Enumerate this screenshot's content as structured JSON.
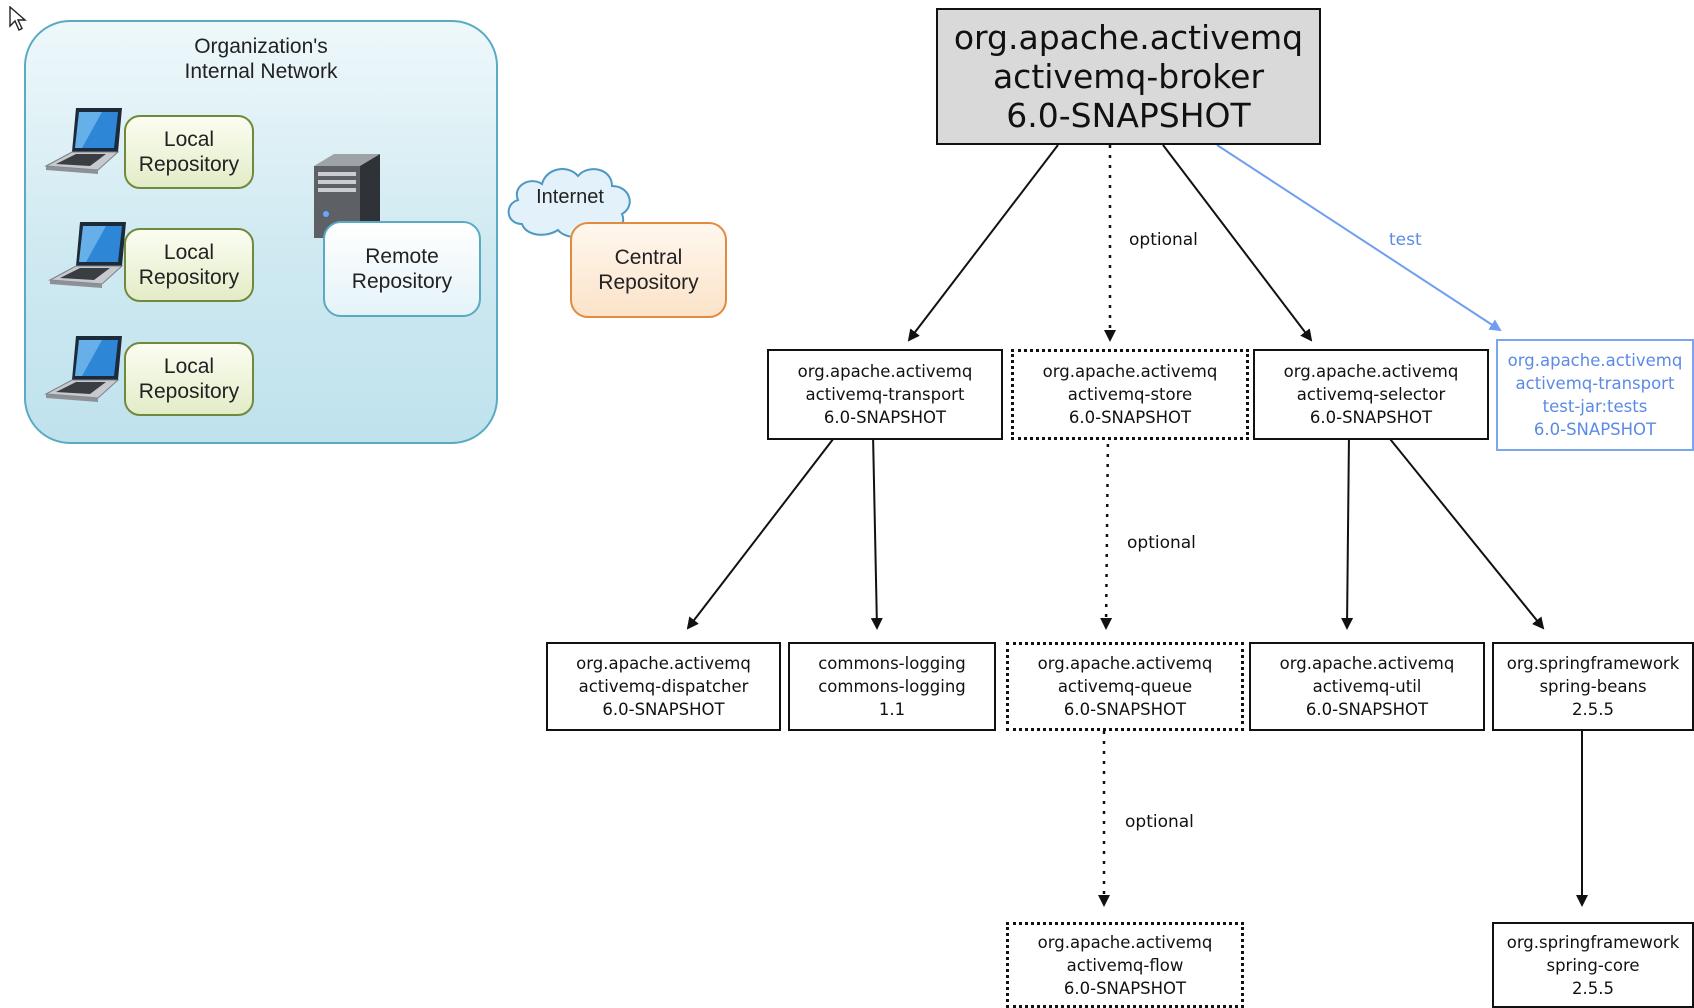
{
  "network": {
    "title": "Organization's\nInternal Network",
    "local_repositories": [
      "Local\nRepository",
      "Local\nRepository",
      "Local\nRepository"
    ],
    "remote_repository": "Remote\nRepository",
    "internet_label": "Internet",
    "central_repository": "Central\nRepository"
  },
  "graph": {
    "root": {
      "group": "org.apache.activemq",
      "artifact": "activemq-broker",
      "version": "6.0-SNAPSHOT"
    },
    "transport": {
      "group": "org.apache.activemq",
      "artifact": "activemq-transport",
      "version": "6.0-SNAPSHOT"
    },
    "store": {
      "group": "org.apache.activemq",
      "artifact": "activemq-store",
      "version": "6.0-SNAPSHOT"
    },
    "selector": {
      "group": "org.apache.activemq",
      "artifact": "activemq-selector",
      "version": "6.0-SNAPSHOT"
    },
    "transport_tests": {
      "group": "org.apache.activemq",
      "artifact": "activemq-transport",
      "classifier": "test-jar:tests",
      "version": "6.0-SNAPSHOT"
    },
    "dispatcher": {
      "group": "org.apache.activemq",
      "artifact": "activemq-dispatcher",
      "version": "6.0-SNAPSHOT"
    },
    "logging": {
      "group": "commons-logging",
      "artifact": "commons-logging",
      "version": "1.1"
    },
    "queue": {
      "group": "org.apache.activemq",
      "artifact": "activemq-queue",
      "version": "6.0-SNAPSHOT"
    },
    "util": {
      "group": "org.apache.activemq",
      "artifact": "activemq-util",
      "version": "6.0-SNAPSHOT"
    },
    "beans": {
      "group": "org.springframework",
      "artifact": "spring-beans",
      "version": "2.5.5"
    },
    "flow": {
      "group": "org.apache.activemq",
      "artifact": "activemq-flow",
      "version": "6.0-SNAPSHOT"
    },
    "core": {
      "group": "org.springframework",
      "artifact": "spring-core",
      "version": "2.5.5"
    },
    "edge_labels": {
      "optional_1": "optional",
      "optional_2": "optional",
      "optional_3": "optional",
      "test": "test"
    }
  },
  "colors": {
    "test_blue": "#6f9ef0",
    "panel_border": "#5aaac2",
    "central_border": "#e08b3e",
    "local_border": "#6f8a3c",
    "root_fill": "#d9d9d9"
  },
  "icons": [
    "cursor-arrow-icon",
    "laptop-icon",
    "server-icon",
    "cloud-icon"
  ]
}
